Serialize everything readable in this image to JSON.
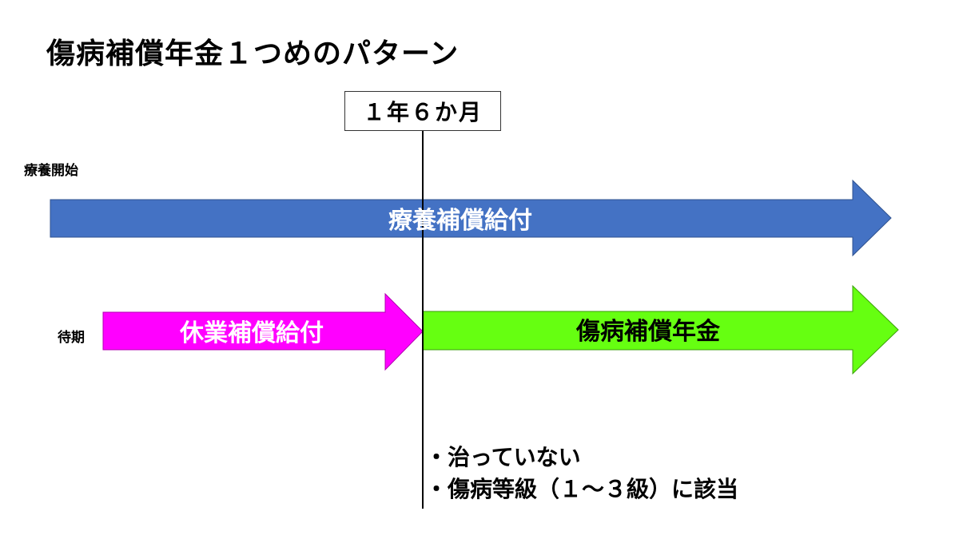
{
  "title": "傷病補償年金１つめのパターン",
  "milestone": {
    "label": "１年６か月"
  },
  "labels": {
    "treatment_start": "療養開始",
    "waiting_period": "待期"
  },
  "arrows": {
    "medical": {
      "label": "療養補償給付",
      "color": "#4472C4",
      "text_color": "#ffffff"
    },
    "leave": {
      "label": "休業補償給付",
      "color": "#FF00FF",
      "text_color": "#ffffff"
    },
    "pension": {
      "label": "傷病補償年金",
      "color": "#66FF11",
      "text_color": "#000000"
    }
  },
  "conditions": [
    "・治っていない",
    "・傷病等級（１～３級）に該当"
  ]
}
